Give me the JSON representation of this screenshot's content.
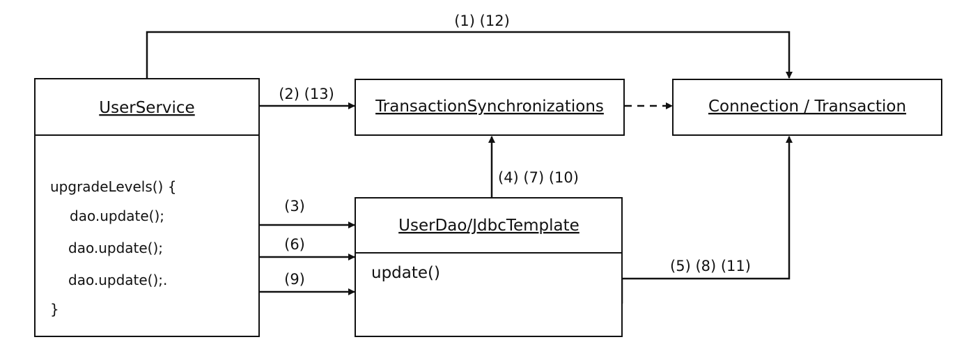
{
  "nodes": {
    "user_service": {
      "title": "UserService",
      "code": [
        "upgradeLevels() {",
        "dao.update();",
        "dao.update();",
        "dao.update();.",
        "}"
      ]
    },
    "tx_sync": {
      "title": "TransactionSynchronizations"
    },
    "connection": {
      "title": "Connection / Transaction"
    },
    "user_dao": {
      "title": "UserDao/JdbcTemplate",
      "method": "update()"
    }
  },
  "edges": {
    "service_to_connection": "(1) (12)",
    "service_to_sync": "(2) (13)",
    "call_1": "(3)",
    "call_2": "(6)",
    "call_3": "(9)",
    "dao_to_sync": "(4) (7) (10)",
    "dao_to_connection": "(5) (8) (11)"
  },
  "colors": {
    "stroke": "#111111",
    "background": "#ffffff"
  }
}
